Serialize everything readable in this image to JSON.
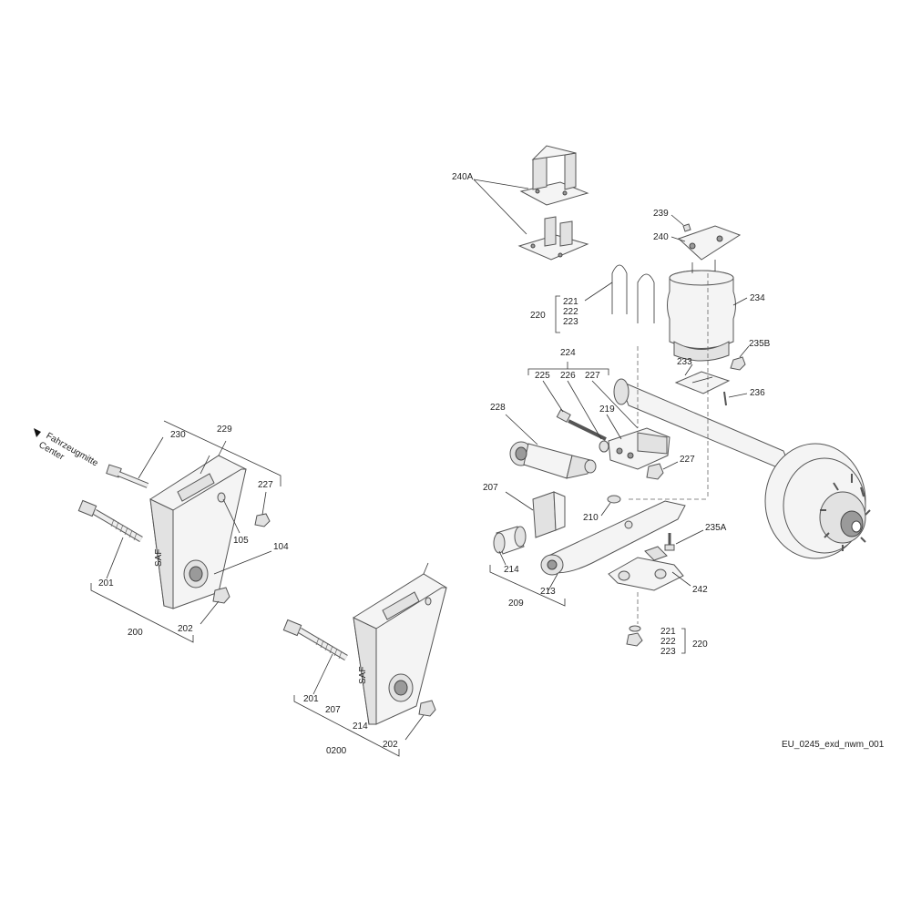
{
  "orientation": {
    "line1": "Fahrzeugmitte",
    "line2": "Center"
  },
  "drawing_id": "EU_0245_exd_nwm_001",
  "labels": {
    "l240A": "240A",
    "l239": "239",
    "l240": "240",
    "l221a": "221",
    "l222a": "222",
    "l223a": "223",
    "l220a": "220",
    "l234": "234",
    "l235B": "235B",
    "l233": "233",
    "l236": "236",
    "l224": "224",
    "l225": "225",
    "l226": "226",
    "l227a": "227",
    "l228": "228",
    "l219": "219",
    "l227b": "227",
    "l207a": "207",
    "l210": "210",
    "l235A": "235A",
    "l214a": "214",
    "l213": "213",
    "l209": "209",
    "l242": "242",
    "l221b": "221",
    "l222b": "222",
    "l223b": "223",
    "l220b": "220",
    "l230": "230",
    "l229": "229",
    "l227c": "227",
    "l105": "105",
    "l104": "104",
    "l201a": "201",
    "l202a": "202",
    "l200": "200",
    "l201b": "201",
    "l207b": "207",
    "l214b": "214",
    "l0200": "0200",
    "l202b": "202"
  }
}
